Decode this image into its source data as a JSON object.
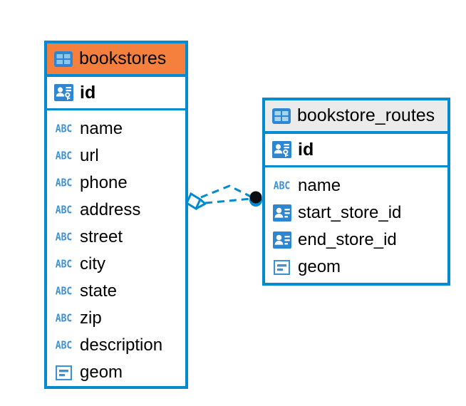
{
  "diagram": {
    "type": "entity-relationship-diagram",
    "background": "#ffffff",
    "accent_color": "#008bd0",
    "highlight_color": "#f5803e",
    "header_grey": "#ebebeb"
  },
  "tables": [
    {
      "name": "bookstores",
      "header_style": "orange",
      "table_icon": "table-grid-icon",
      "primary_key": {
        "label": "id",
        "icon": "primary-key-icon"
      },
      "fields": [
        {
          "label": "name",
          "icon": "abc-text-icon",
          "icon_text": "ABC"
        },
        {
          "label": "url",
          "icon": "abc-text-icon",
          "icon_text": "ABC"
        },
        {
          "label": "phone",
          "icon": "abc-text-icon",
          "icon_text": "ABC"
        },
        {
          "label": "address",
          "icon": "abc-text-icon",
          "icon_text": "ABC"
        },
        {
          "label": "street",
          "icon": "abc-text-icon",
          "icon_text": "ABC"
        },
        {
          "label": "city",
          "icon": "abc-text-icon",
          "icon_text": "ABC"
        },
        {
          "label": "state",
          "icon": "abc-text-icon",
          "icon_text": "ABC"
        },
        {
          "label": "zip",
          "icon": "abc-text-icon",
          "icon_text": "ABC"
        },
        {
          "label": "description",
          "icon": "abc-text-icon",
          "icon_text": "ABC"
        },
        {
          "label": "geom",
          "icon": "geometry-icon",
          "icon_text": ""
        }
      ]
    },
    {
      "name": "bookstore_routes",
      "header_style": "grey",
      "table_icon": "table-grid-icon",
      "primary_key": {
        "label": "id",
        "icon": "primary-key-icon"
      },
      "fields": [
        {
          "label": "name",
          "icon": "abc-text-icon",
          "icon_text": "ABC"
        },
        {
          "label": "start_store_id",
          "icon": "foreign-key-icon",
          "icon_text": ""
        },
        {
          "label": "end_store_id",
          "icon": "foreign-key-icon",
          "icon_text": ""
        },
        {
          "label": "geom",
          "icon": "geometry-icon",
          "icon_text": ""
        }
      ]
    }
  ],
  "relationship": {
    "name": "bookstores-to-bookstore-routes",
    "style": "dashed",
    "color": "#008bd0",
    "source_marker": "diamond-crowsfoot-marker",
    "target_marker": "filled-circle-marker"
  }
}
